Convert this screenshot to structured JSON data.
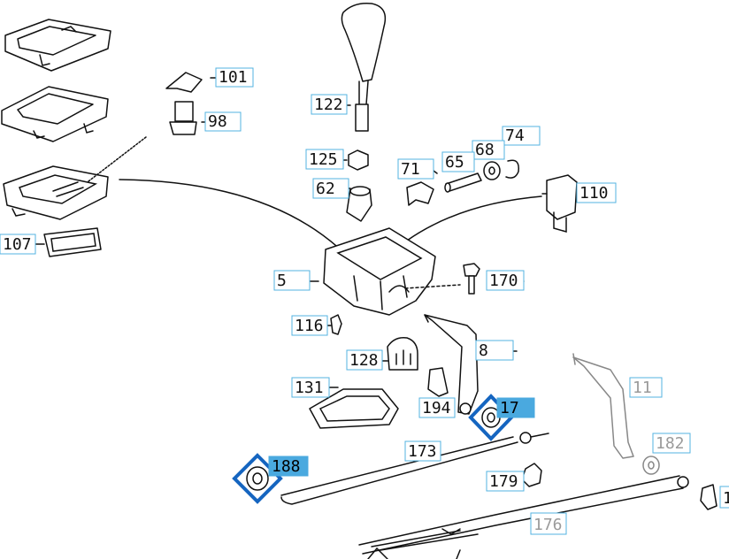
{
  "diagram": {
    "callouts": [
      {
        "id": "c101",
        "label": "101",
        "state": "normal"
      },
      {
        "id": "c98",
        "label": "98",
        "state": "normal"
      },
      {
        "id": "c122",
        "label": "122",
        "state": "normal"
      },
      {
        "id": "c74",
        "label": "74",
        "state": "normal"
      },
      {
        "id": "c68",
        "label": "68",
        "state": "normal"
      },
      {
        "id": "c65",
        "label": "65",
        "state": "normal"
      },
      {
        "id": "c125",
        "label": "125",
        "state": "normal"
      },
      {
        "id": "c71",
        "label": "71",
        "state": "normal"
      },
      {
        "id": "c62",
        "label": "62",
        "state": "normal"
      },
      {
        "id": "c110",
        "label": "110",
        "state": "normal"
      },
      {
        "id": "c107",
        "label": "107",
        "state": "normal"
      },
      {
        "id": "c5",
        "label": "5",
        "state": "normal"
      },
      {
        "id": "c170",
        "label": "170",
        "state": "normal"
      },
      {
        "id": "c116",
        "label": "116",
        "state": "normal"
      },
      {
        "id": "c8",
        "label": "8",
        "state": "normal"
      },
      {
        "id": "c128",
        "label": "128",
        "state": "normal"
      },
      {
        "id": "c131",
        "label": "131",
        "state": "normal"
      },
      {
        "id": "c11",
        "label": "11",
        "state": "grey"
      },
      {
        "id": "c194",
        "label": "194",
        "state": "normal"
      },
      {
        "id": "c17",
        "label": "17",
        "state": "selected"
      },
      {
        "id": "c182",
        "label": "182",
        "state": "grey"
      },
      {
        "id": "c173",
        "label": "173",
        "state": "normal"
      },
      {
        "id": "c188",
        "label": "188",
        "state": "selected"
      },
      {
        "id": "c179",
        "label": "179",
        "state": "normal"
      },
      {
        "id": "c1",
        "label": "1",
        "state": "normal"
      },
      {
        "id": "c176",
        "label": "176",
        "state": "grey"
      }
    ]
  }
}
